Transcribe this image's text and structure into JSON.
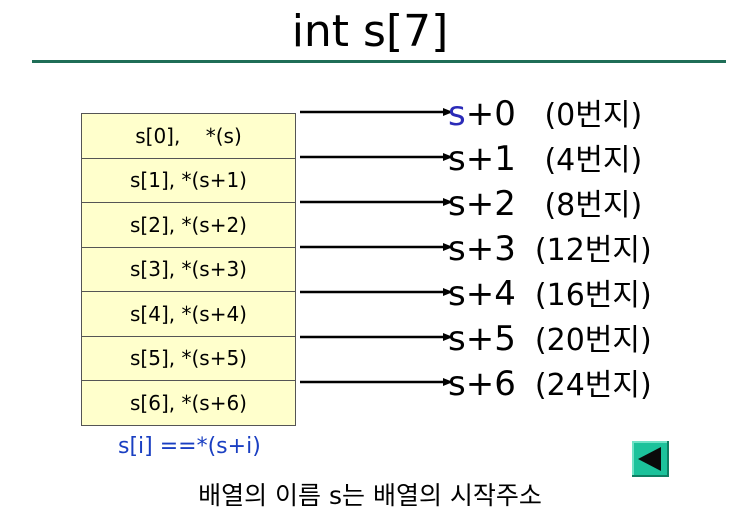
{
  "title": "int s[7]",
  "cells": [
    "s[0],    *(s)",
    "s[1], *(s+1)",
    "s[2], *(s+2)",
    "s[3], *(s+3)",
    "s[4], *(s+4)",
    "s[5], *(s+5)",
    "s[6], *(s+6)"
  ],
  "addresses": [
    {
      "expr_first": "s",
      "expr_rest": "+0",
      "location": "   (0번지)"
    },
    {
      "expr_first": "s",
      "expr_rest": "+1",
      "location": "   (4번지)"
    },
    {
      "expr_first": "s",
      "expr_rest": "+2",
      "location": "   (8번지)"
    },
    {
      "expr_first": "s",
      "expr_rest": "+3",
      "location": "  (12번지)"
    },
    {
      "expr_first": "s",
      "expr_rest": "+4",
      "location": "  (16번지)"
    },
    {
      "expr_first": "s",
      "expr_rest": "+5",
      "location": "  (20번지)"
    },
    {
      "expr_first": "s",
      "expr_rest": "+6",
      "location": "  (24번지)"
    }
  ],
  "formula": "s[i] ==*(s+i)",
  "caption": "배열의 이름 s는 배열의 시작주소",
  "colors": {
    "accent_rule": "#1f6e57",
    "formula": "#1a3fc2",
    "cell_fill": "#ffffcc",
    "nav_button": "#1cc29b"
  },
  "nav": {
    "back_icon": "triangle-left-icon"
  }
}
